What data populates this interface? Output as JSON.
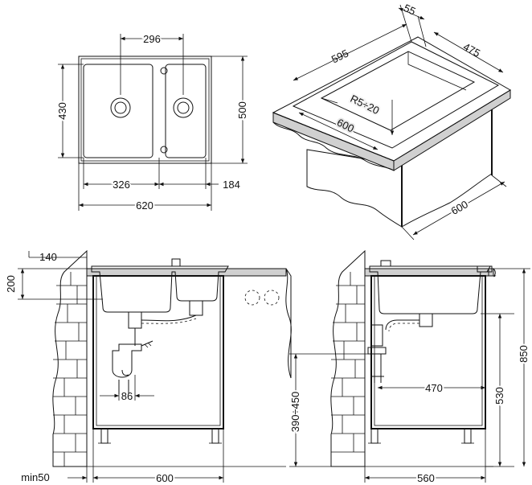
{
  "plan_view": {
    "dim_bowl_spacing": "296",
    "dim_height_430": "430",
    "dim_height_500": "500",
    "dim_left_bowl": "326",
    "dim_right_bowl": "184",
    "dim_total_width": "620"
  },
  "iso_view": {
    "dim_55": "55",
    "dim_595": "595",
    "dim_475": "475",
    "dim_radius": "R5÷20",
    "dim_600_front": "600",
    "dim_600_side": "600"
  },
  "front_section": {
    "dim_140": "140",
    "dim_200": "200",
    "dim_86": "86",
    "dim_min50": "min50",
    "dim_600": "600"
  },
  "side_section": {
    "dim_390_450": "390÷450",
    "dim_470": "470",
    "dim_530": "530",
    "dim_850": "850",
    "dim_560": "560"
  }
}
